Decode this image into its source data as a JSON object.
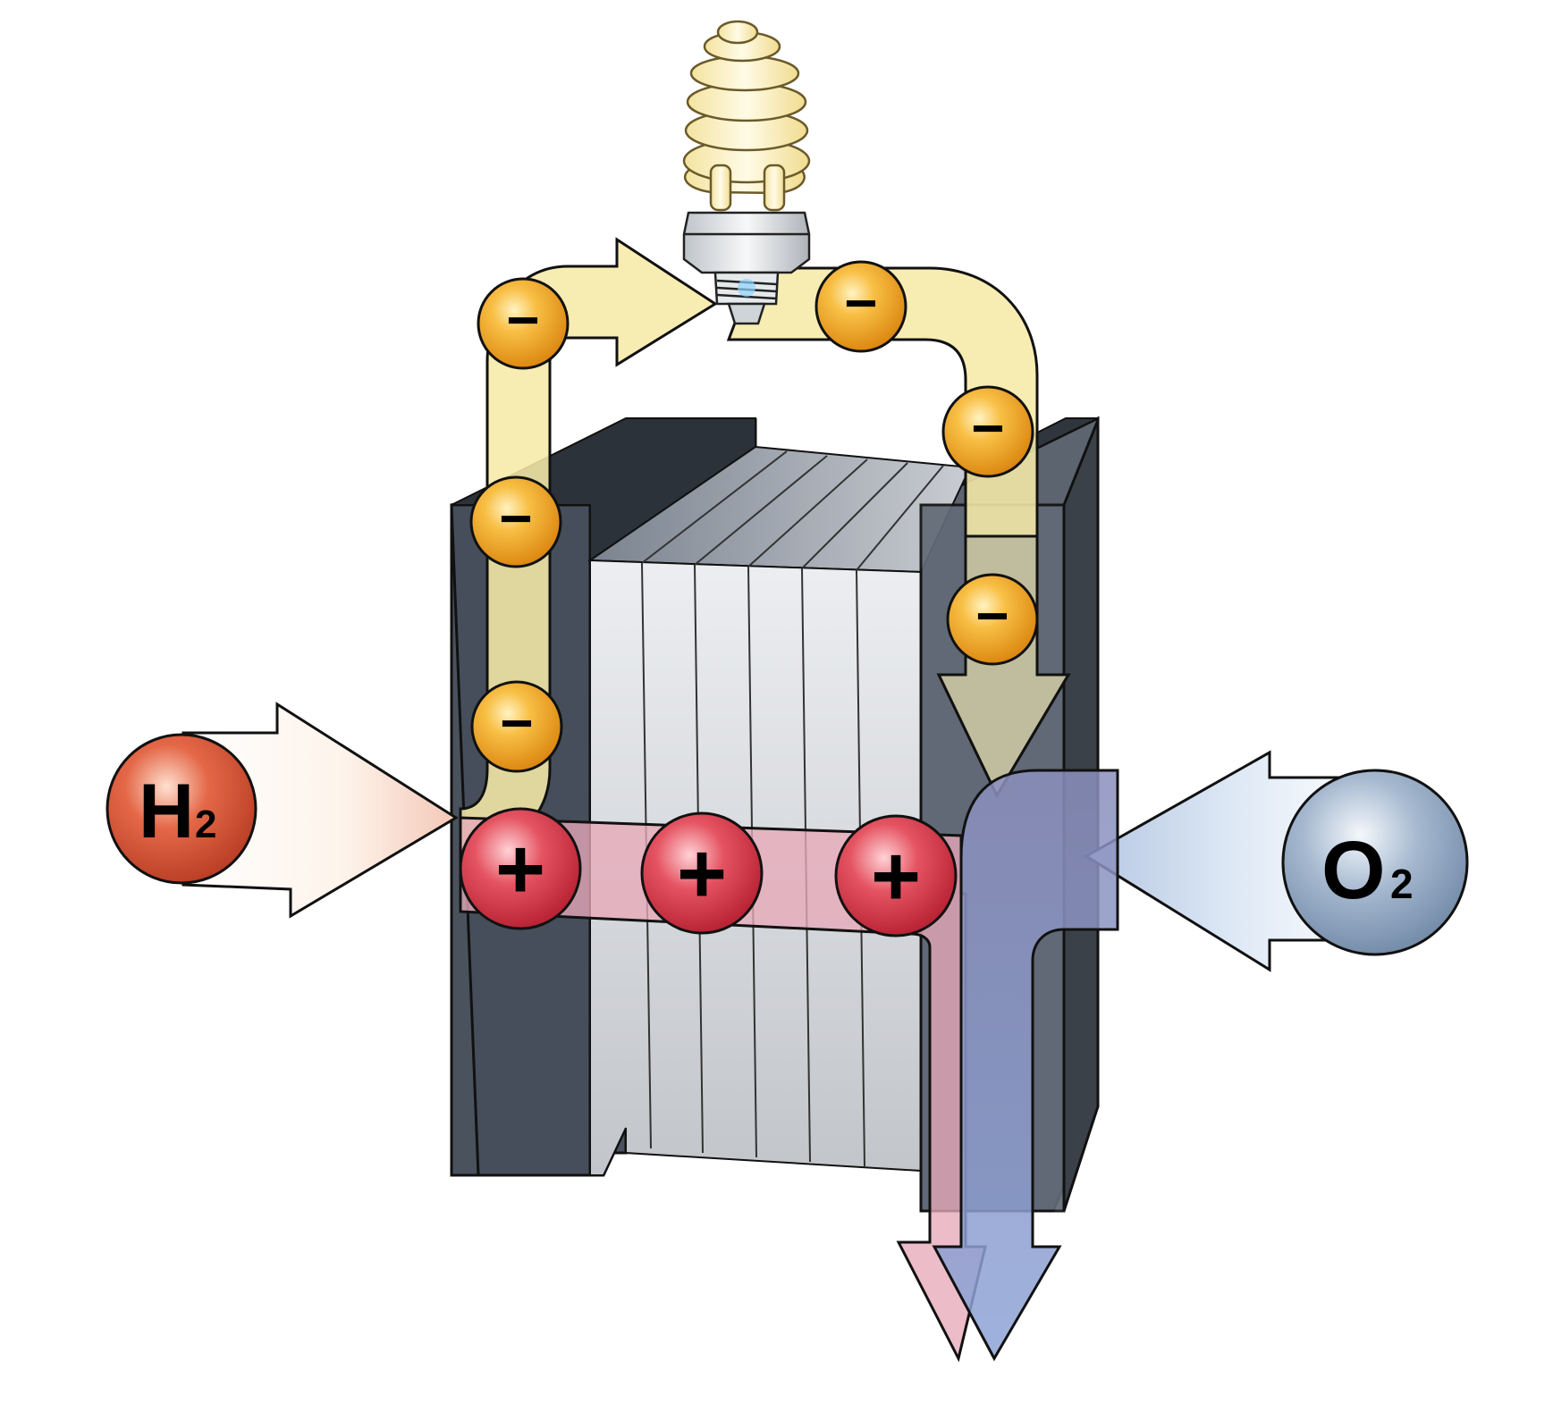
{
  "diagram": {
    "hydrogen": {
      "main": "H",
      "sub": "2"
    },
    "oxygen": {
      "main": "O",
      "sub": "2"
    },
    "electron_symbol": "−",
    "proton_symbol": "+",
    "electron_count": 6,
    "proton_count": 3
  },
  "colors": {
    "electron": "#f2a526",
    "proton": "#d63a4a",
    "hydrogen": "#d6553a",
    "oxygen": "#8ea3bd",
    "electron_path": "#f6eba8",
    "cell_dark": "#454e5a",
    "plates": "#d2d4d8"
  },
  "icons": {
    "bulb": "light-bulb-icon",
    "electron": "electron-icon",
    "proton": "proton-icon"
  }
}
